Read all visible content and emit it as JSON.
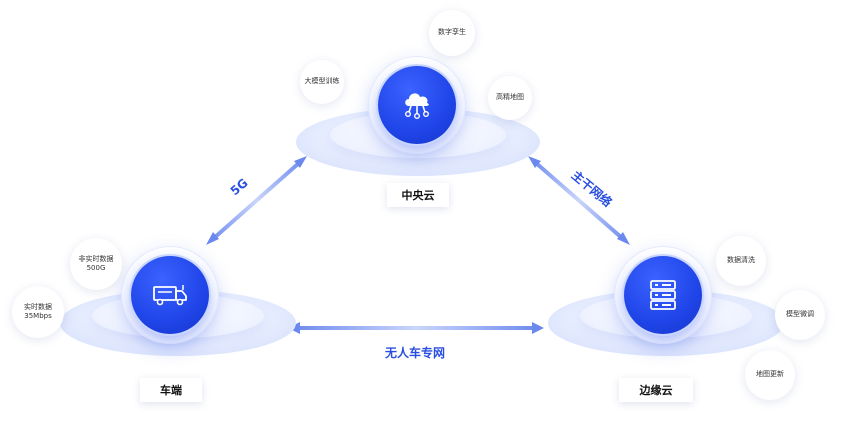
{
  "nodes": {
    "central_cloud": {
      "label": "中央云",
      "icon": "cloud-network-icon",
      "bubbles": [
        "大模型训练",
        "数字孪生",
        "高精地图"
      ]
    },
    "vehicle": {
      "label": "车端",
      "icon": "truck-icon",
      "bubbles": [
        {
          "title": "非实时数据",
          "value": "500G"
        },
        {
          "title": "实时数据",
          "value": "35Mbps"
        }
      ]
    },
    "edge_cloud": {
      "label": "边缘云",
      "icon": "server-icon",
      "bubbles": [
        "数据清洗",
        "模型微调",
        "地图更新"
      ]
    }
  },
  "links": {
    "vehicle_central": "5G",
    "central_edge": "主干网络",
    "vehicle_edge": "无人车专网"
  },
  "colors": {
    "accent": "#2a4fe0",
    "hub": "#1f44e8",
    "arrow": "#6f8cf0",
    "platform": "#dfe7ff"
  }
}
